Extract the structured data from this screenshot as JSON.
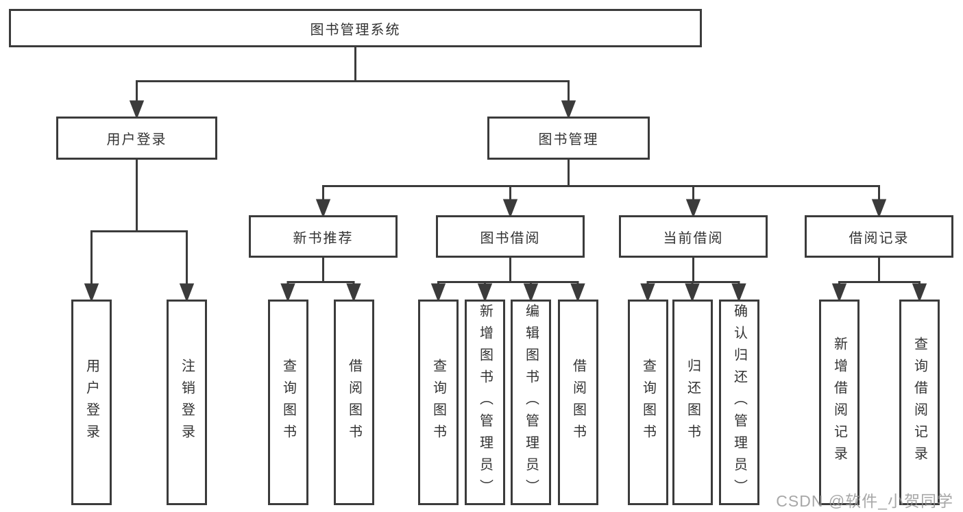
{
  "title": {
    "label": "图书管理系统"
  },
  "branches": [
    {
      "label": "用户登录",
      "leaves": [
        {
          "label": "用户登录"
        },
        {
          "label": "注销登录"
        }
      ]
    },
    {
      "label": "图书管理",
      "groups": [
        {
          "label": "新书推荐",
          "leaves": [
            {
              "label": "查询图书"
            },
            {
              "label": "借阅图书"
            }
          ]
        },
        {
          "label": "图书借阅",
          "leaves": [
            {
              "label": "查询图书"
            },
            {
              "label": "新增图书（管理员）"
            },
            {
              "label": "编辑图书（管理员）"
            },
            {
              "label": "借阅图书"
            }
          ]
        },
        {
          "label": "当前借阅",
          "leaves": [
            {
              "label": "查询图书"
            },
            {
              "label": "归还图书"
            },
            {
              "label": "确认归还（管理员）"
            }
          ]
        },
        {
          "label": "借阅记录",
          "leaves": [
            {
              "label": "新增借阅记录"
            },
            {
              "label": "查询借阅记录"
            }
          ]
        }
      ]
    }
  ],
  "watermark": {
    "text": "CSDN @软件_小贺同学"
  },
  "colors": {
    "line": "#3b3b3b",
    "box_border": "#3b3b3b",
    "box_fill": "#ffffff",
    "text": "#333333",
    "watermark": "#949494",
    "background": "#ffffff"
  }
}
